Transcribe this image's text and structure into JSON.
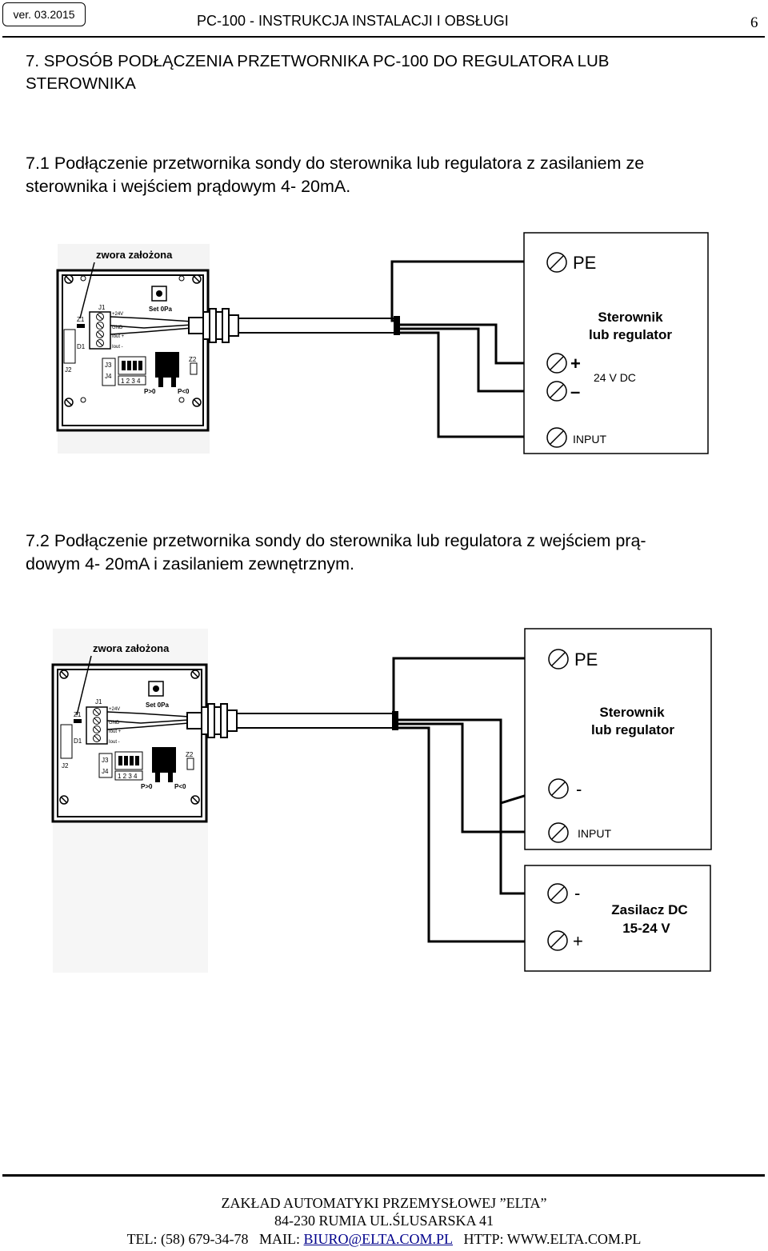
{
  "header": {
    "version": "ver. 03.2015",
    "title": "PC-100 - INSTRUKCJA INSTALACJI I OBSŁUGI",
    "page": "6"
  },
  "section": {
    "heading_line1": "7. SPOSÓB PODŁĄCZENIA PRZETWORNIKA PC-100 DO REGULATORA LUB",
    "heading_line2": "STEROWNIKA"
  },
  "sub1": {
    "line1": "7.1 Podłączenie przetwornika sondy do sterownika lub regulatora z zasilaniem ze",
    "line2": "sterownika i wejściem prądowym 4- 20mA."
  },
  "sub2": {
    "line1": "7.2 Podłączenie przetwornika sondy do sterownika lub regulatora z wejściem prą-",
    "line2": "dowym 4- 20mA i zasilaniem zewnętrznym."
  },
  "device": {
    "jumper_label": "zwora założona",
    "set_label": "Set 0Pa",
    "j1": "J1",
    "j2": "J2",
    "j3": "J3",
    "j4": "J4",
    "z1": "Z1",
    "z2": "Z2",
    "d1": "D1",
    "pin_24v": "+24V",
    "pin_gnd": "GND",
    "pin_out_plus": "Iout +",
    "pin_out_minus": "Iout -",
    "dip_numbers": "1 2 3 4",
    "p_pos": "P>0",
    "p_neg": "P<0"
  },
  "diagram1": {
    "pe": "PE",
    "controller_line1": "Sterownik",
    "controller_line2": "lub regulator",
    "plus": "+",
    "minus": "–",
    "voltage": "24 V DC",
    "input": "INPUT"
  },
  "diagram2": {
    "pe": "PE",
    "controller_line1": "Sterownik",
    "controller_line2": "lub regulator",
    "minus": "-",
    "input": "INPUT",
    "psu_minus": "-",
    "psu_plus": "+",
    "psu_line1": "Zasilacz DC",
    "psu_line2": "15-24 V"
  },
  "footer": {
    "company": "ZAKŁAD AUTOMATYKI PRZEMYSŁOWEJ ”ELTA”",
    "address": "84-230 RUMIA UL.ŚLUSARSKA 41",
    "tel": "TEL: (58) 679-34-78",
    "mail_label": "MAIL:",
    "mail": "BIURO@ELTA.COM.PL",
    "http": "HTTP: WWW.ELTA.COM.PL"
  }
}
